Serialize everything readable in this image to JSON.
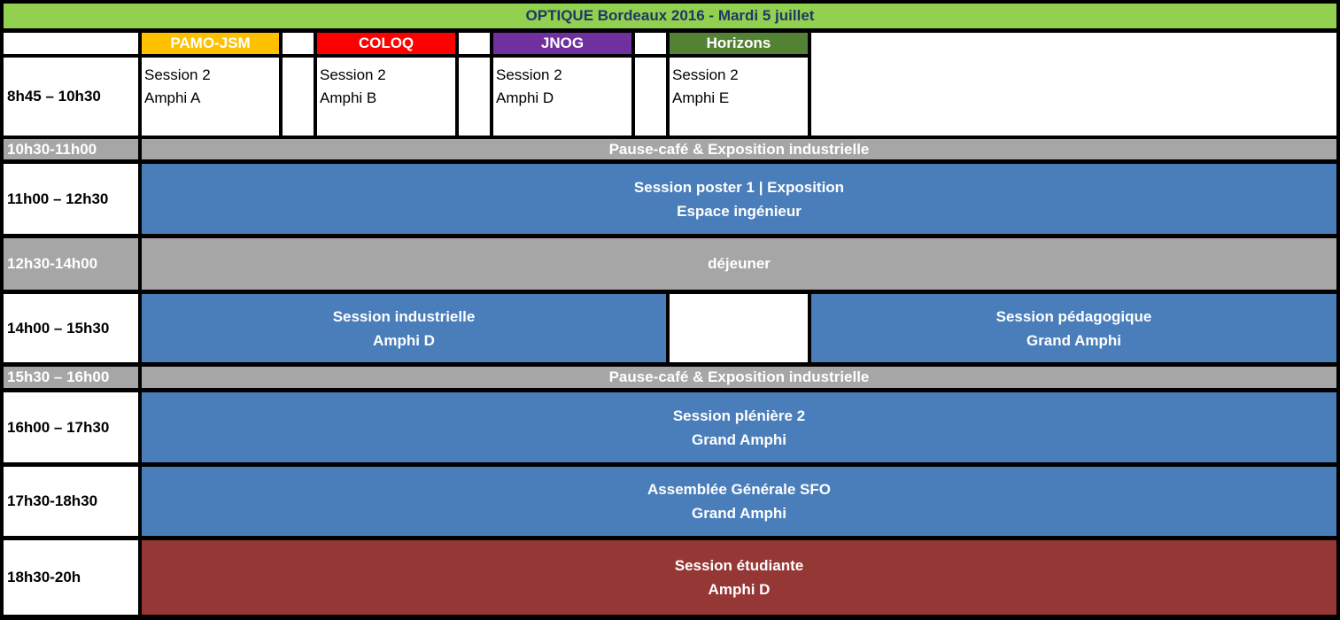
{
  "title": "OPTIQUE Bordeaux 2016 - Mardi 5 juillet",
  "tracks": [
    {
      "label": "PAMO-JSM",
      "color": "#ffc000"
    },
    {
      "label": "COLOQ",
      "color": "#ff0000"
    },
    {
      "label": "JNOG",
      "color": "#7030a0"
    },
    {
      "label": "Horizons",
      "color": "#548235"
    }
  ],
  "rows": {
    "r1": {
      "time": "8h45 – 10h30",
      "sessions": [
        {
          "line1": "Session 2",
          "line2": "Amphi A"
        },
        {
          "line1": "Session 2",
          "line2": "Amphi B"
        },
        {
          "line1": "Session 2",
          "line2": "Amphi D"
        },
        {
          "line1": "Session 2",
          "line2": "Amphi E"
        }
      ]
    },
    "r2": {
      "time": "10h30-11h00",
      "text": "Pause-café & Exposition industrielle"
    },
    "r3": {
      "time": "11h00 – 12h30",
      "line1": "Session poster 1 | Exposition",
      "line2": "Espace ingénieur"
    },
    "r4": {
      "time": "12h30-14h00",
      "text": "déjeuner"
    },
    "r5": {
      "time": "14h00 – 15h30",
      "left": {
        "line1": "Session industrielle",
        "line2": "Amphi D"
      },
      "right": {
        "line1": "Session pédagogique",
        "line2": "Grand Amphi"
      }
    },
    "r6": {
      "time": "15h30 – 16h00",
      "text": "Pause-café & Exposition industrielle"
    },
    "r7": {
      "time": "16h00 – 17h30",
      "line1": "Session plénière 2",
      "line2": "Grand Amphi"
    },
    "r8": {
      "time": "17h30-18h30",
      "line1": "Assemblée Générale SFO",
      "line2": "Grand Amphi"
    },
    "r9": {
      "time": "18h30-20h",
      "line1": "Session étudiante",
      "line2": "Amphi D"
    }
  },
  "colors": {
    "title_bg": "#92d050",
    "blue": "#4a7ebb",
    "gray": "#a6a6a6",
    "red": "#953735"
  }
}
